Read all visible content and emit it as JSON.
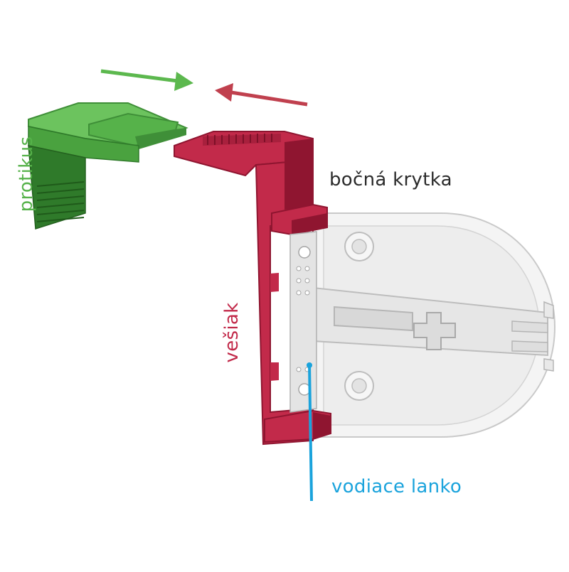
{
  "labels": {
    "side_cover": "bočná krytka",
    "counterpart": "protikus",
    "hanger": "vešiak",
    "guide_cable": "vodiace lanko"
  },
  "colors": {
    "counterpart_green": "#56b24a",
    "counterpart_dark": "#2f7a2a",
    "hanger_red": "#c22a4a",
    "hanger_dark": "#8f1530",
    "cable_blue": "#1aa3dc",
    "cover_text": "#2b2b2b",
    "plate_grey": "#e2e2e2",
    "arrow_green": "#5cb84e",
    "arrow_red": "#c0404e"
  }
}
